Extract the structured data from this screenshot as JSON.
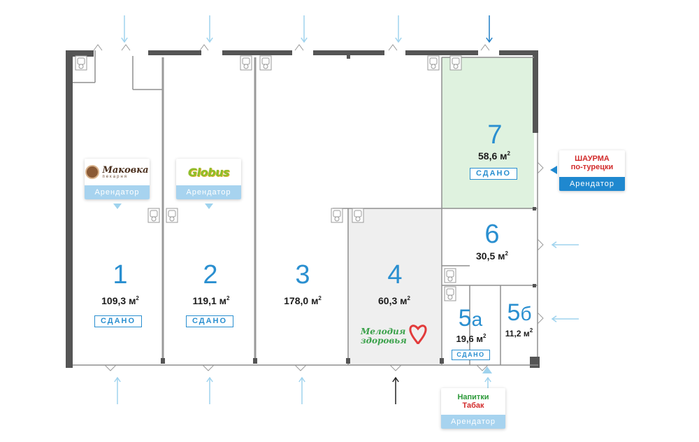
{
  "units": [
    {
      "id": "u1",
      "number": "1",
      "number_sub": "",
      "area": "109,3",
      "unit": "м",
      "status": "СДАНО"
    },
    {
      "id": "u2",
      "number": "2",
      "number_sub": "",
      "area": "119,1",
      "unit": "м",
      "status": "СДАНО"
    },
    {
      "id": "u3",
      "number": "3",
      "number_sub": "",
      "area": "178,0",
      "unit": "м",
      "status": ""
    },
    {
      "id": "u4",
      "number": "4",
      "number_sub": "",
      "area": "60,3",
      "unit": "м",
      "status": ""
    },
    {
      "id": "u5a",
      "number": "5",
      "number_sub": "а",
      "area": "19,6",
      "unit": "м",
      "status": "СДАНО"
    },
    {
      "id": "u5b",
      "number": "5",
      "number_sub": "б",
      "area": "11,2",
      "unit": "м",
      "status": ""
    },
    {
      "id": "u6",
      "number": "6",
      "number_sub": "",
      "area": "30,5",
      "unit": "м",
      "status": ""
    },
    {
      "id": "u7",
      "number": "7",
      "number_sub": "",
      "area": "58,6",
      "unit": "м",
      "status": "СДАНО"
    }
  ],
  "area_superscript": "2",
  "tenants": {
    "makovka": {
      "logo_name": "Маковка",
      "logo_sub": "пекарня",
      "tag": "Арендатор"
    },
    "globus": {
      "logo_name": "Globus",
      "tag": "Арендатор"
    },
    "shaurma": {
      "line1": "ШАУРМА",
      "line2": "по-турецки",
      "tag": "Арендатор"
    },
    "drinks": {
      "line1": "Напитки",
      "line2": "Табак",
      "tag": "Арендатор"
    },
    "melodia": {
      "line1": "Мелодия",
      "line2": "здоровья"
    }
  },
  "colors": {
    "accent": "#2a8fd0",
    "wall": "#555555",
    "unit7_fill": "#dff2df",
    "unit4_fill": "#efefef",
    "tag_light": "#a7d3ef",
    "tag_dark": "#1f88cf",
    "entrance_arrow_light": "#9fd3ee",
    "entrance_arrow_main": "#1f7ec6",
    "main_entrance_bottom": "#222222"
  },
  "entrances": {
    "top": [
      {
        "pos": 178,
        "main": false
      },
      {
        "pos": 300,
        "main": false
      },
      {
        "pos": 435,
        "main": false
      },
      {
        "pos": 570,
        "main": false
      },
      {
        "pos": 700,
        "main": true
      }
    ],
    "bottom": [
      {
        "pos": 168,
        "main": false
      },
      {
        "pos": 300,
        "main": false
      },
      {
        "pos": 432,
        "main": false
      },
      {
        "pos": 566,
        "main": true
      },
      {
        "pos": 698,
        "main": false
      }
    ],
    "right": [
      {
        "pos": 350,
        "main": false
      },
      {
        "pos": 456,
        "main": false
      }
    ]
  }
}
